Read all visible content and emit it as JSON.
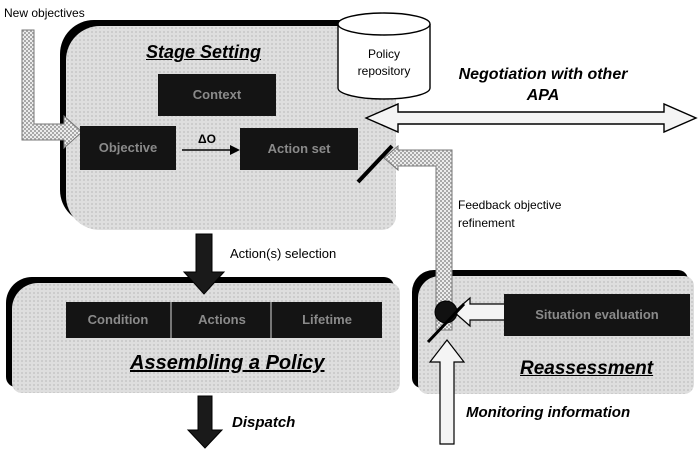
{
  "labels": {
    "new_objectives": "New objectives",
    "stage_setting": "Stage Setting",
    "policy_repository": "Policy repository",
    "negotiation": "Negotiation with other APA",
    "delta_o": "ΔO",
    "feedback": "Feedback objective refinement",
    "action_selection": "Action(s) selection",
    "assembling": "Assembling a Policy",
    "dispatch": "Dispatch",
    "reassessment": "Reassessment",
    "monitoring": "Monitoring information"
  },
  "boxes": {
    "stage_left": "Objective",
    "stage_top": "Context",
    "stage_right": "Action set",
    "policy_1": "Condition",
    "policy_2": "Actions",
    "policy_3": "Lifetime",
    "reassess_box": "Situation evaluation"
  },
  "colors": {
    "panel": "#dedede",
    "box": "#141414",
    "hatch": "#b8b8b8"
  }
}
